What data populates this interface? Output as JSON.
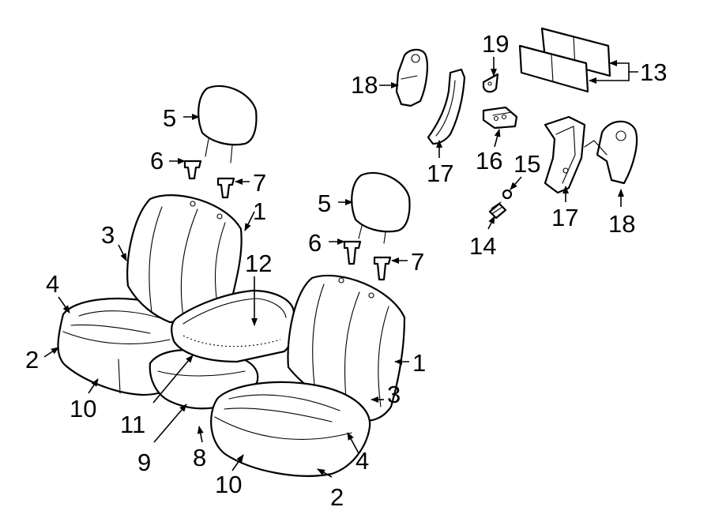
{
  "callouts": [
    {
      "id": "c1a",
      "text": "1"
    },
    {
      "id": "c1b",
      "text": "1"
    },
    {
      "id": "c2a",
      "text": "2"
    },
    {
      "id": "c2b",
      "text": "2"
    },
    {
      "id": "c3a",
      "text": "3"
    },
    {
      "id": "c3b",
      "text": "3"
    },
    {
      "id": "c4a",
      "text": "4"
    },
    {
      "id": "c4b",
      "text": "4"
    },
    {
      "id": "c5a",
      "text": "5"
    },
    {
      "id": "c5b",
      "text": "5"
    },
    {
      "id": "c6a",
      "text": "6"
    },
    {
      "id": "c6b",
      "text": "6"
    },
    {
      "id": "c7a",
      "text": "7"
    },
    {
      "id": "c7b",
      "text": "7"
    },
    {
      "id": "c8",
      "text": "8"
    },
    {
      "id": "c9",
      "text": "9"
    },
    {
      "id": "c10a",
      "text": "10"
    },
    {
      "id": "c10b",
      "text": "10"
    },
    {
      "id": "c11",
      "text": "11"
    },
    {
      "id": "c12",
      "text": "12"
    },
    {
      "id": "c13",
      "text": "13"
    },
    {
      "id": "c14",
      "text": "14"
    },
    {
      "id": "c15",
      "text": "15"
    },
    {
      "id": "c16",
      "text": "16"
    },
    {
      "id": "c17a",
      "text": "17"
    },
    {
      "id": "c17b",
      "text": "17"
    },
    {
      "id": "c18a",
      "text": "18"
    },
    {
      "id": "c18b",
      "text": "18"
    },
    {
      "id": "c19",
      "text": "19"
    }
  ]
}
